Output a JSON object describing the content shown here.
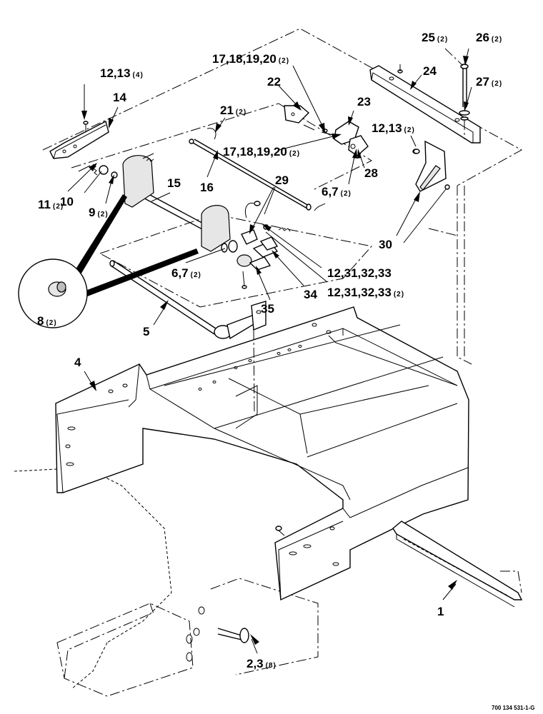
{
  "callouts": [
    {
      "id": "c1",
      "num": "1",
      "qty": ""
    },
    {
      "id": "c23",
      "num": "2,3",
      "qty": "(8)"
    },
    {
      "id": "c4",
      "num": "4",
      "qty": ""
    },
    {
      "id": "c5",
      "num": "5",
      "qty": ""
    },
    {
      "id": "c67a",
      "num": "6,7",
      "qty": "(2)"
    },
    {
      "id": "c67b",
      "num": "6,7",
      "qty": "(2)"
    },
    {
      "id": "c8",
      "num": "8",
      "qty": "(2)"
    },
    {
      "id": "c9",
      "num": "9",
      "qty": "(2)"
    },
    {
      "id": "c10",
      "num": "10",
      "qty": ""
    },
    {
      "id": "c11",
      "num": "11",
      "qty": "(2)"
    },
    {
      "id": "c1213a",
      "num": "12,13",
      "qty": "(4)"
    },
    {
      "id": "c1213b",
      "num": "12,13",
      "qty": "(2)"
    },
    {
      "id": "c14",
      "num": "14",
      "qty": ""
    },
    {
      "id": "c15",
      "num": "15",
      "qty": ""
    },
    {
      "id": "c16",
      "num": "16",
      "qty": ""
    },
    {
      "id": "c1720a",
      "num": "17,18,19,20",
      "qty": "(2)"
    },
    {
      "id": "c1720b",
      "num": "17,18,19,20",
      "qty": "(2)"
    },
    {
      "id": "c21",
      "num": "21",
      "qty": "(2)"
    },
    {
      "id": "c22",
      "num": "22",
      "qty": ""
    },
    {
      "id": "c23b",
      "num": "23",
      "qty": ""
    },
    {
      "id": "c24",
      "num": "24",
      "qty": ""
    },
    {
      "id": "c25",
      "num": "25",
      "qty": "(2)"
    },
    {
      "id": "c26",
      "num": "26",
      "qty": "(2)"
    },
    {
      "id": "c27",
      "num": "27",
      "qty": "(2)"
    },
    {
      "id": "c28",
      "num": "28",
      "qty": ""
    },
    {
      "id": "c29",
      "num": "29",
      "qty": ""
    },
    {
      "id": "c30",
      "num": "30",
      "qty": ""
    },
    {
      "id": "c3133a",
      "num": "12,31,32,33",
      "qty": ""
    },
    {
      "id": "c3133b",
      "num": "12,31,32,33",
      "qty": "(2)"
    },
    {
      "id": "c34",
      "num": "34",
      "qty": ""
    },
    {
      "id": "c35",
      "num": "35",
      "qty": ""
    }
  ],
  "reference": "700 134 531-1-G"
}
